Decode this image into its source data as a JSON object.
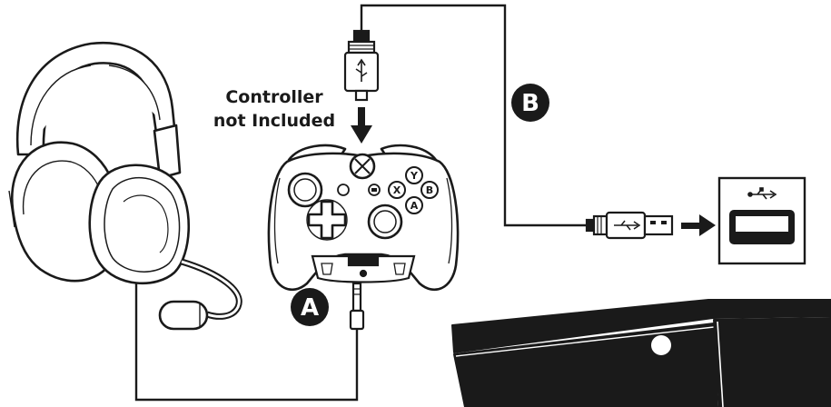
{
  "note": {
    "line1": "Controller",
    "line2": "not Included"
  },
  "markers": {
    "a": "A",
    "b": "B"
  },
  "buttons": {
    "y": "Y",
    "b": "B",
    "x": "X",
    "a": "A"
  },
  "icons": {
    "usb_port": "usb-icon",
    "micro_usb_plug": "micro-usb-icon",
    "usb_plug": "usb-icon",
    "xbox_logo": "xbox-logo-icon",
    "arrow_down": "arrow-down-icon",
    "arrow_right": "arrow-right-icon"
  },
  "colors": {
    "ink": "#1a1a1a",
    "marker_fill": "#1a1a1a",
    "marker_text": "#ffffff",
    "background": "#ffffff"
  }
}
